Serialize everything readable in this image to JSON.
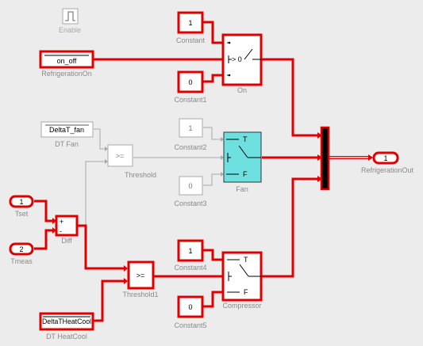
{
  "enable": {
    "label": "Enable"
  },
  "inports": [
    {
      "id": "RefrigerationOn",
      "text": "on_off",
      "label": "RefrigerationOn"
    },
    {
      "id": "DTFan",
      "text": "DeltaT_fan",
      "label": "DT Fan"
    },
    {
      "id": "DTHeatCool",
      "text": "DeltaTHeatCool",
      "label": "DT HeatCool"
    }
  ],
  "ports": [
    {
      "id": "Tset",
      "num": "1",
      "label": "Tset"
    },
    {
      "id": "Tmeas",
      "num": "2",
      "label": "Tmeas"
    },
    {
      "id": "RefrigerationOut",
      "num": "1",
      "label": "RefrigerationOut"
    }
  ],
  "constants": [
    {
      "id": "Constant",
      "value": "1",
      "label": "Constant"
    },
    {
      "id": "Constant1",
      "value": "0",
      "label": "Constant1"
    },
    {
      "id": "Constant2",
      "value": "1",
      "label": "Constant2"
    },
    {
      "id": "Constant3",
      "value": "0",
      "label": "Constant3"
    },
    {
      "id": "Constant4",
      "value": "1",
      "label": "Constant4"
    },
    {
      "id": "Constant5",
      "value": "0",
      "label": "Constant5"
    }
  ],
  "switches": [
    {
      "id": "On",
      "label": "On",
      "cond": "> 0"
    },
    {
      "id": "Fan",
      "label": "Fan",
      "t": "T",
      "f": "F"
    },
    {
      "id": "Compressor",
      "label": "Compressor",
      "t": "T",
      "f": "F"
    }
  ],
  "relops": [
    {
      "id": "Threshold",
      "op": ">=",
      "label": "Threshold"
    },
    {
      "id": "Threshold1",
      "op": ">=",
      "label": "Threshold1"
    }
  ],
  "sum": {
    "id": "Diff",
    "label": "Diff",
    "plus": "+",
    "minus": "-"
  },
  "colors": {
    "active_line": "#e00000",
    "inactive": "#a8a8a8",
    "fan_fill": "#6ee0e0",
    "background": "#ececec"
  }
}
